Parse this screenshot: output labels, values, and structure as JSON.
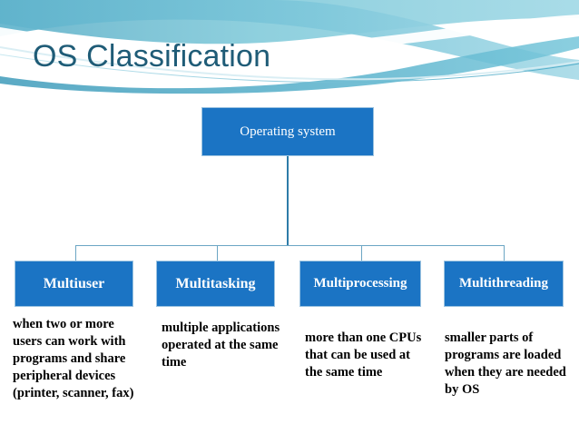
{
  "slide": {
    "title": "OS Classification",
    "title_color": "#1F5C77",
    "background": "#FFFFFF",
    "node_fill": "#1B74C4",
    "connector_color": "#6CA6C4"
  },
  "diagram": {
    "root": {
      "label": "Operating system"
    },
    "children": [
      {
        "label": "Multiuser",
        "description": "when two or more users can work with programs and share peripheral devices (printer, scanner, fax)"
      },
      {
        "label": "Multitasking",
        "description": "multiple applications operated at the same time"
      },
      {
        "label": "Multiprocessing",
        "description": "more than one CPUs that can be used at the same time"
      },
      {
        "label": "Multithreading",
        "description": "smaller parts of programs are loaded when they are needed by OS"
      }
    ]
  }
}
